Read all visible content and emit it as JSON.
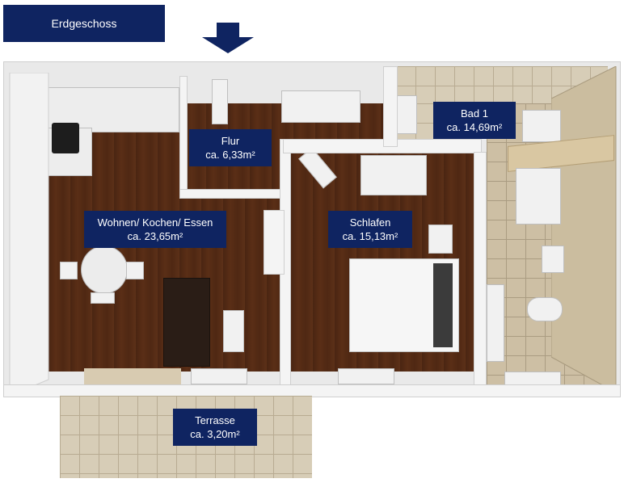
{
  "floor_title": "Erdgeschoss",
  "rooms": {
    "wohnen": {
      "name": "Wohnen/ Kochen/ Essen",
      "area": "ca. 23,65m²"
    },
    "flur": {
      "name": "Flur",
      "area": "ca. 6,33m²"
    },
    "schlafen": {
      "name": "Schlafen",
      "area": "ca. 15,13m²"
    },
    "bad": {
      "name": "Bad 1",
      "area": "ca. 14,69m²"
    },
    "terrasse": {
      "name": "Terrasse",
      "area": "ca. 3,20m²"
    }
  },
  "colors": {
    "label_bg": "#0f2461",
    "floor_wood": "#4a2512",
    "tile": "#d7cdb7"
  }
}
